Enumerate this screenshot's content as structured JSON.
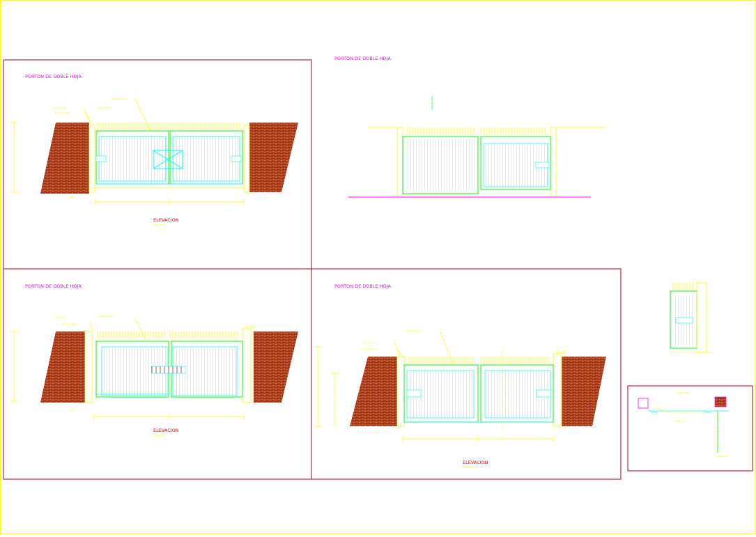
{
  "drawing": {
    "colors": {
      "frame": "#a50021",
      "brick": "#a52a2a",
      "post": "#ffff00",
      "gate_outline": "#00ff00",
      "gate_inner": "#00ffff",
      "mortar": "#ffff00",
      "ground": "#ff00ff",
      "text_title": "#ff00ff",
      "text_caption": "#ff0000",
      "text_tiny": "#ffff00",
      "symbol": "#ffffff"
    },
    "titles": {
      "p1": "PORTON DE DOBLE HOJA",
      "p2": "PORTON DE DOBLE HOJA",
      "p3": "PORTON DE DOBLE HOJA",
      "p4": "PORTON DE DOBLE HOJA"
    },
    "captions": {
      "p1": "ELEVACION",
      "p3": "ELEVACION",
      "p4": "ELEVACION"
    },
    "scales": {
      "p1": "Escala 1/20",
      "p3": "Escala 1/20",
      "p4": "Escala 1/20"
    },
    "section_markers": {
      "one": "1",
      "two": "2"
    },
    "detail": {
      "title": "DETALLES",
      "cut_1": "CORTE 1 - 1",
      "cut_2": "CORTE 2 - 2"
    }
  }
}
